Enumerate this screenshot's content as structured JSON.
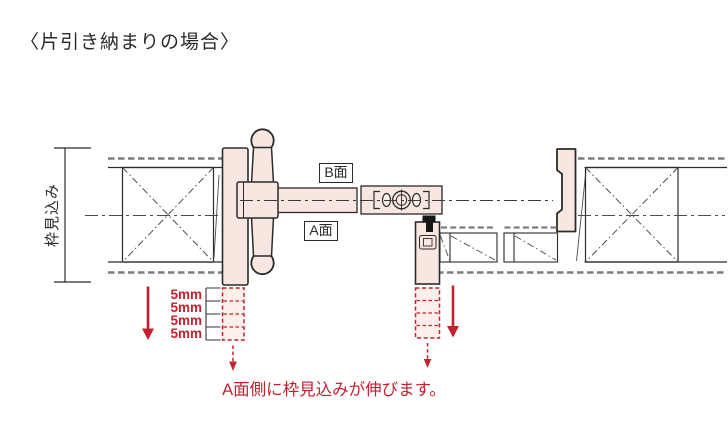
{
  "title": "〈片引き納まりの場合〉",
  "labels": {
    "frame_depth": "枠見込み",
    "face_b": "B面",
    "face_a": "A面",
    "note": "A面側に枠見込みが伸びます。"
  },
  "dimensions": {
    "steps": [
      "5mm",
      "5mm",
      "5mm",
      "5mm"
    ]
  },
  "colors": {
    "accent_red": "#c4202e",
    "frame_fill": "#f8e7e0",
    "extension_fill": "#fdefe9",
    "line": "#2b2b2b",
    "surface_dash_gray": "#7d7d7d"
  }
}
